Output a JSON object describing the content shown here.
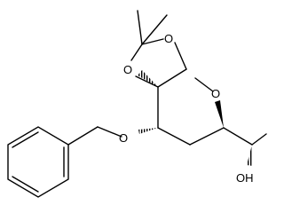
{
  "structure": {
    "atoms": {
      "o1": "O",
      "o2": "O",
      "o_methoxy": "O",
      "o_benzyl": "O",
      "oh": "OH"
    },
    "line_color": "#000000",
    "background": "#ffffff"
  }
}
